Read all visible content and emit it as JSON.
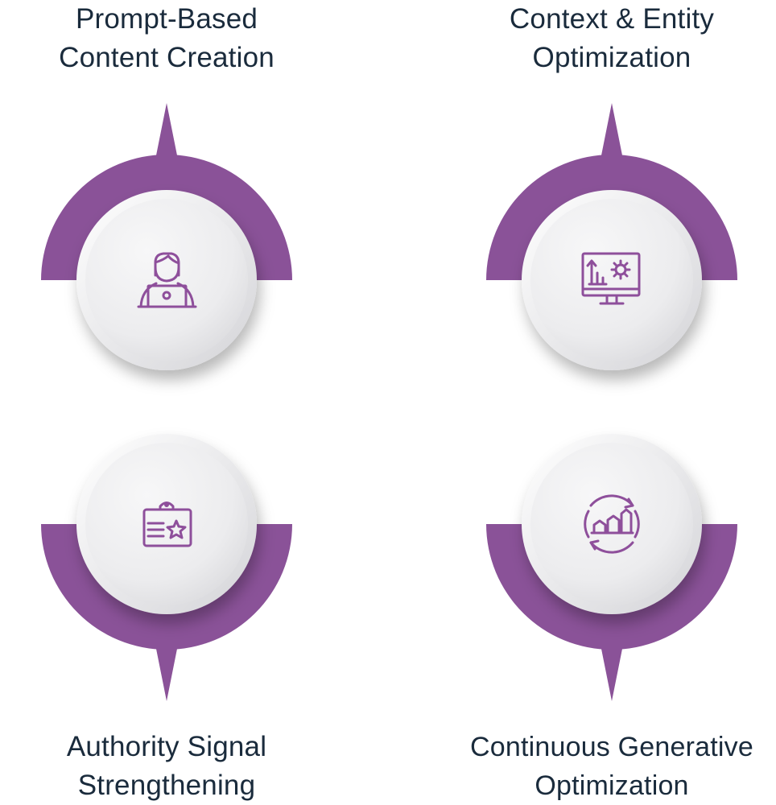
{
  "colors": {
    "accent": "#8a5298",
    "icon": "#8e4f9b",
    "text": "#1a2b3c"
  },
  "items": [
    {
      "lines": [
        "Prompt-Based",
        "Content Creation"
      ],
      "icon": "person-laptop-icon"
    },
    {
      "lines": [
        "Context & Entity",
        "Optimization"
      ],
      "icon": "monitor-analytics-icon"
    },
    {
      "lines": [
        "Authority Signal",
        "Strengthening"
      ],
      "icon": "certificate-badge-icon"
    },
    {
      "lines": [
        "Continuous Generative",
        "Optimization"
      ],
      "icon": "growth-cycle-icon"
    }
  ]
}
